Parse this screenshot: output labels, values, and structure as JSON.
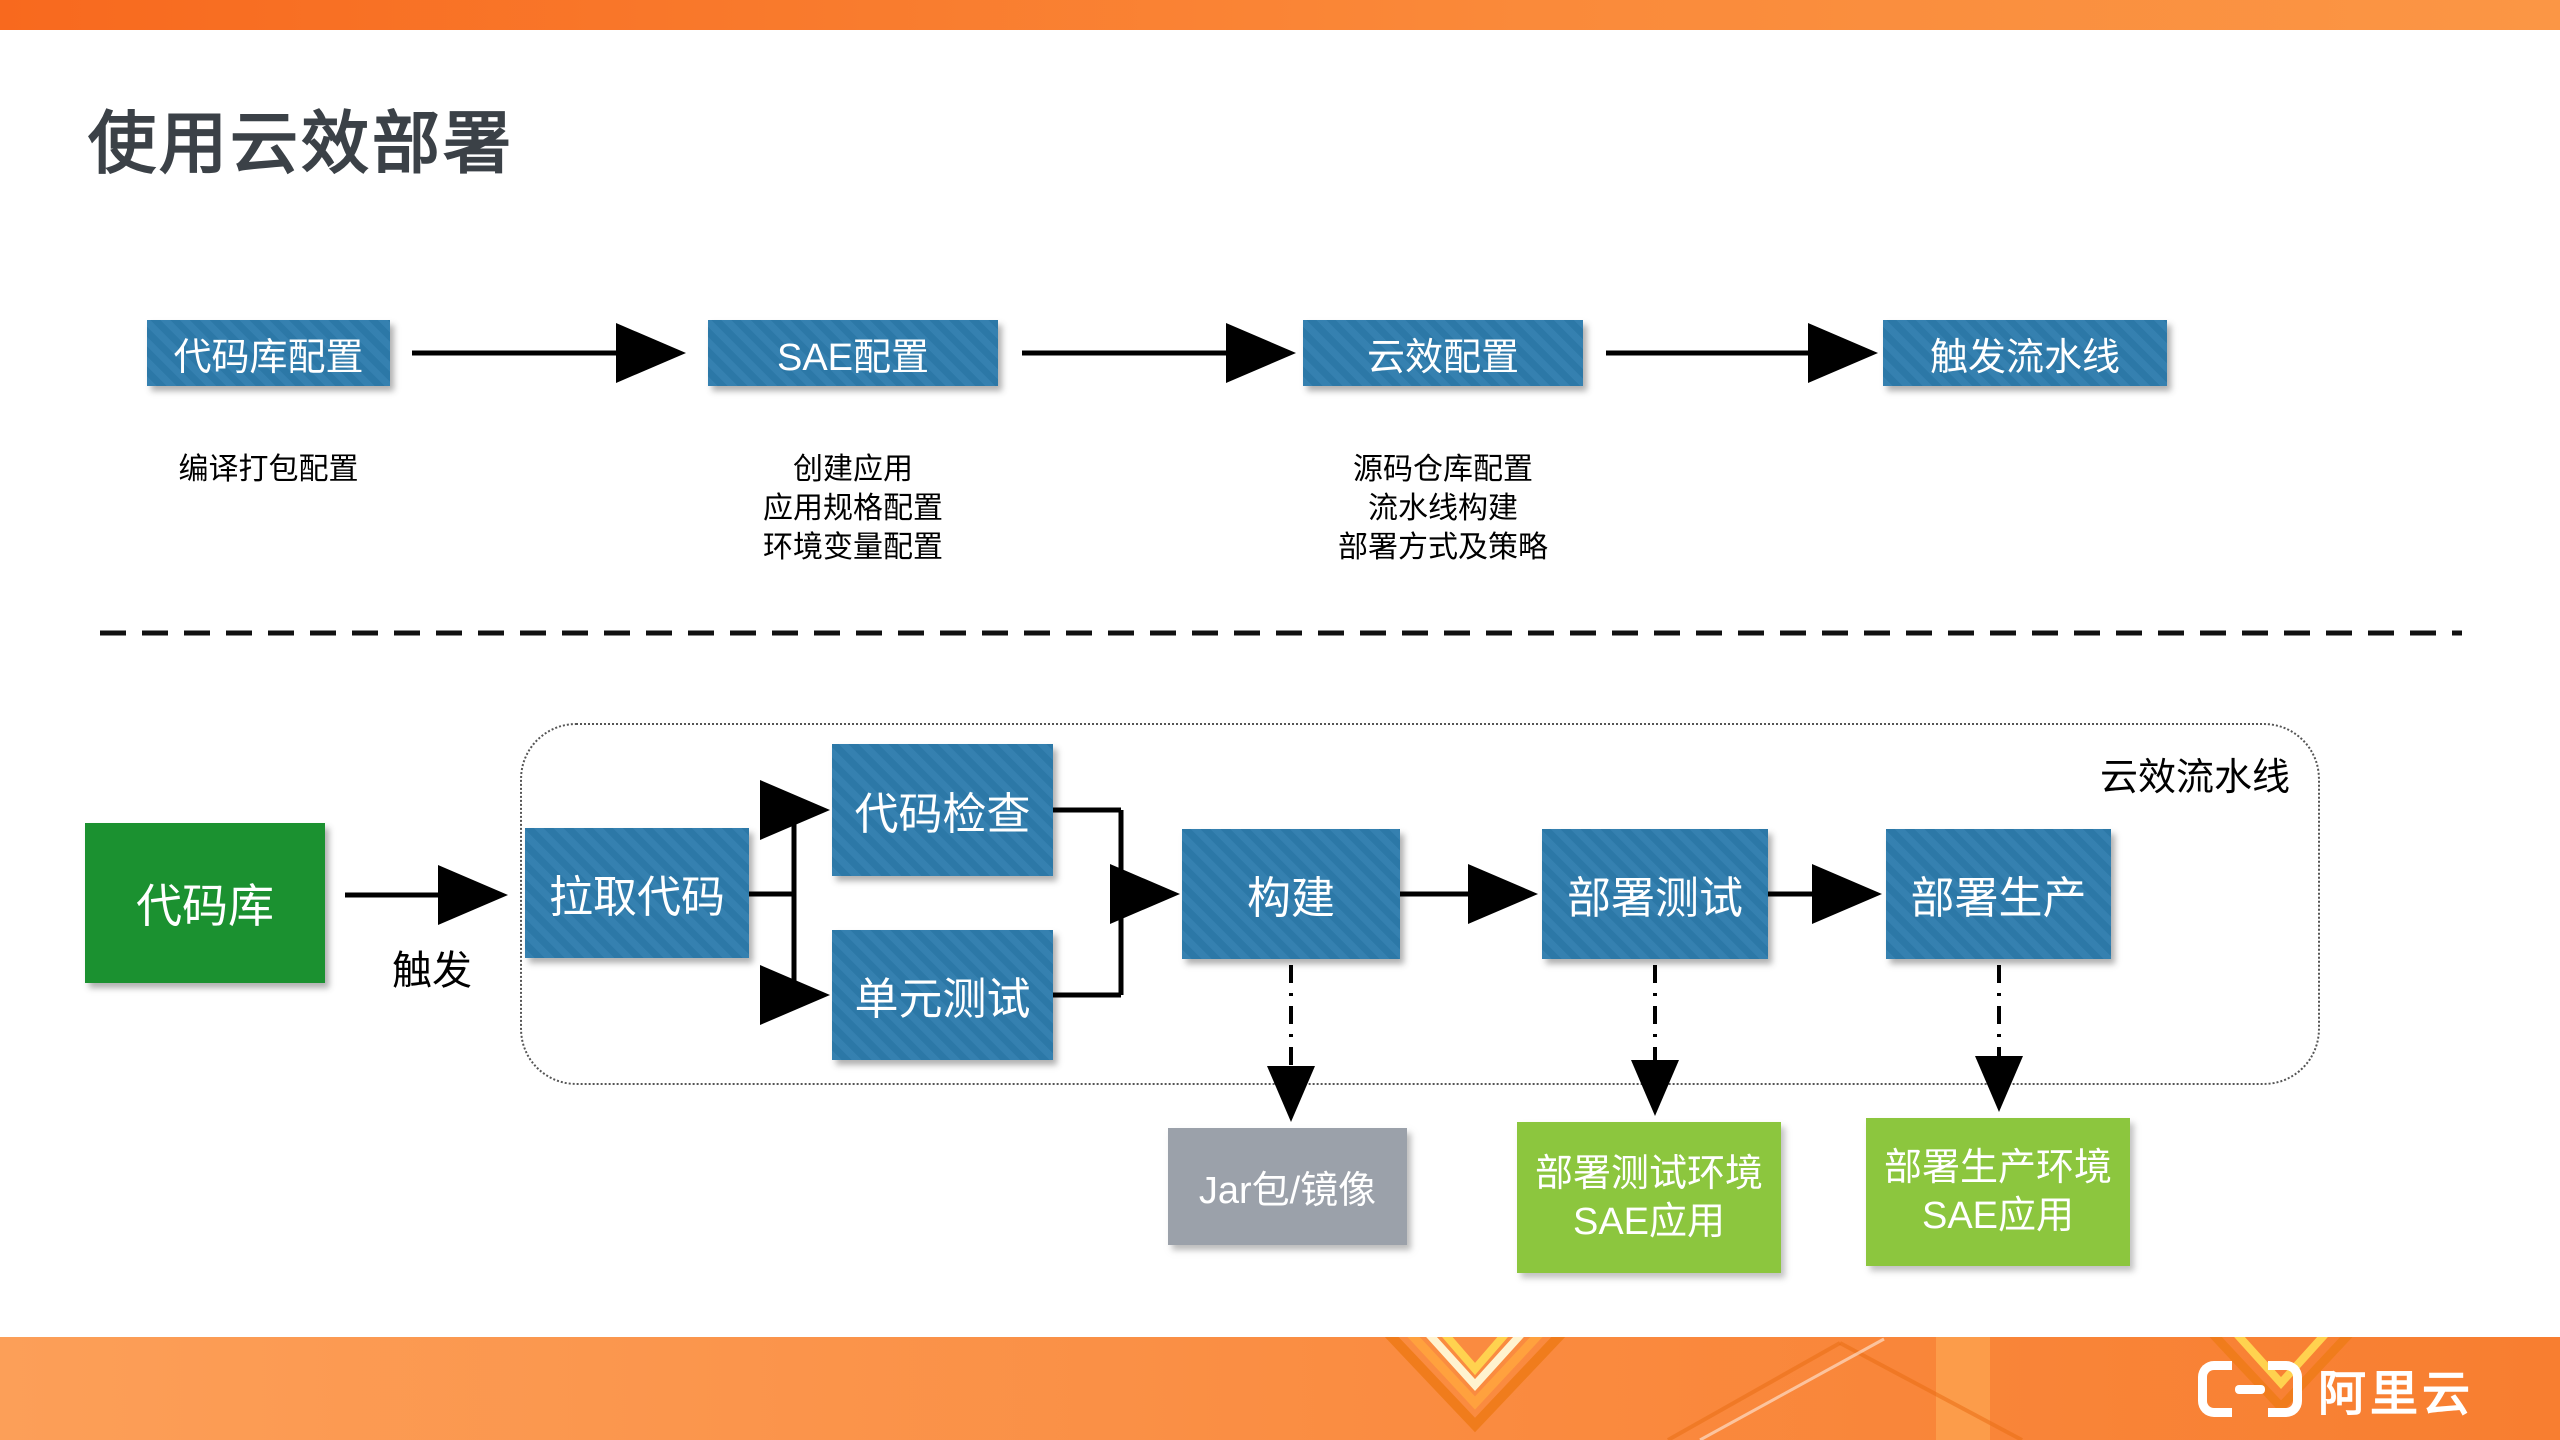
{
  "title": "使用云效部署",
  "setup_flow": {
    "steps": [
      {
        "label": "代码库配置",
        "notes": [
          "编译打包配置"
        ]
      },
      {
        "label": "SAE配置",
        "notes": [
          "创建应用",
          "应用规格配置",
          "环境变量配置"
        ]
      },
      {
        "label": "云效配置",
        "notes": [
          "源码仓库配置",
          "流水线构建",
          "部署方式及策略"
        ]
      },
      {
        "label": "触发流水线",
        "notes": []
      }
    ]
  },
  "pipeline": {
    "container_label": "云效流水线",
    "source_label": "代码库",
    "trigger_label": "触发",
    "stages": {
      "pull": "拉取代码",
      "code_check": "代码检查",
      "unit_test": "单元测试",
      "build": "构建",
      "deploy_test": "部署测试",
      "deploy_prod": "部署生产"
    },
    "artifacts": {
      "package": "Jar包/镜像",
      "test_env": "部署测试环境SAE应用",
      "prod_env": "部署生产环境SAE应用"
    }
  },
  "footer": {
    "brand": "阿里云"
  },
  "colors": {
    "step_blue": "#2E7CAD",
    "source_green": "#1B9130",
    "env_green": "#8CC63E",
    "artifact_gray": "#9BA1AA",
    "footer_orange": "#FA8C41",
    "title_text": "#3B4147"
  }
}
